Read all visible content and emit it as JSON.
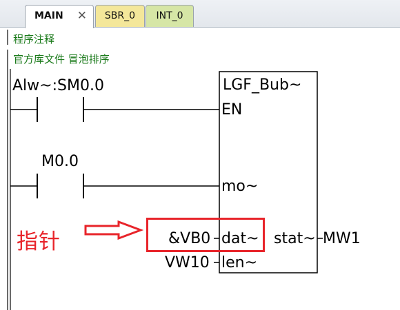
{
  "tabs": [
    {
      "label": "MAIN",
      "active": true,
      "close_glyph": "✕"
    },
    {
      "label": "SBR_0",
      "color": "#f4e79a"
    },
    {
      "label": "INT_0",
      "color": "#d6e6a6"
    }
  ],
  "program_comment": "程序注释",
  "network_comment": "官方库文件 冒泡排序",
  "contacts": [
    {
      "operand": "Alw~:SM0.0"
    },
    {
      "operand": "M0.0"
    }
  ],
  "block": {
    "name": "LGF_Bub~",
    "inputs": [
      "EN",
      "mo~",
      "dat~",
      "len~"
    ],
    "outputs": [
      "stat~"
    ]
  },
  "operands": {
    "dat_in": "&VB0",
    "len_in": "VW10",
    "stat_out": "MW1"
  },
  "annotation": {
    "label": "指针",
    "color": "#e8242a"
  }
}
